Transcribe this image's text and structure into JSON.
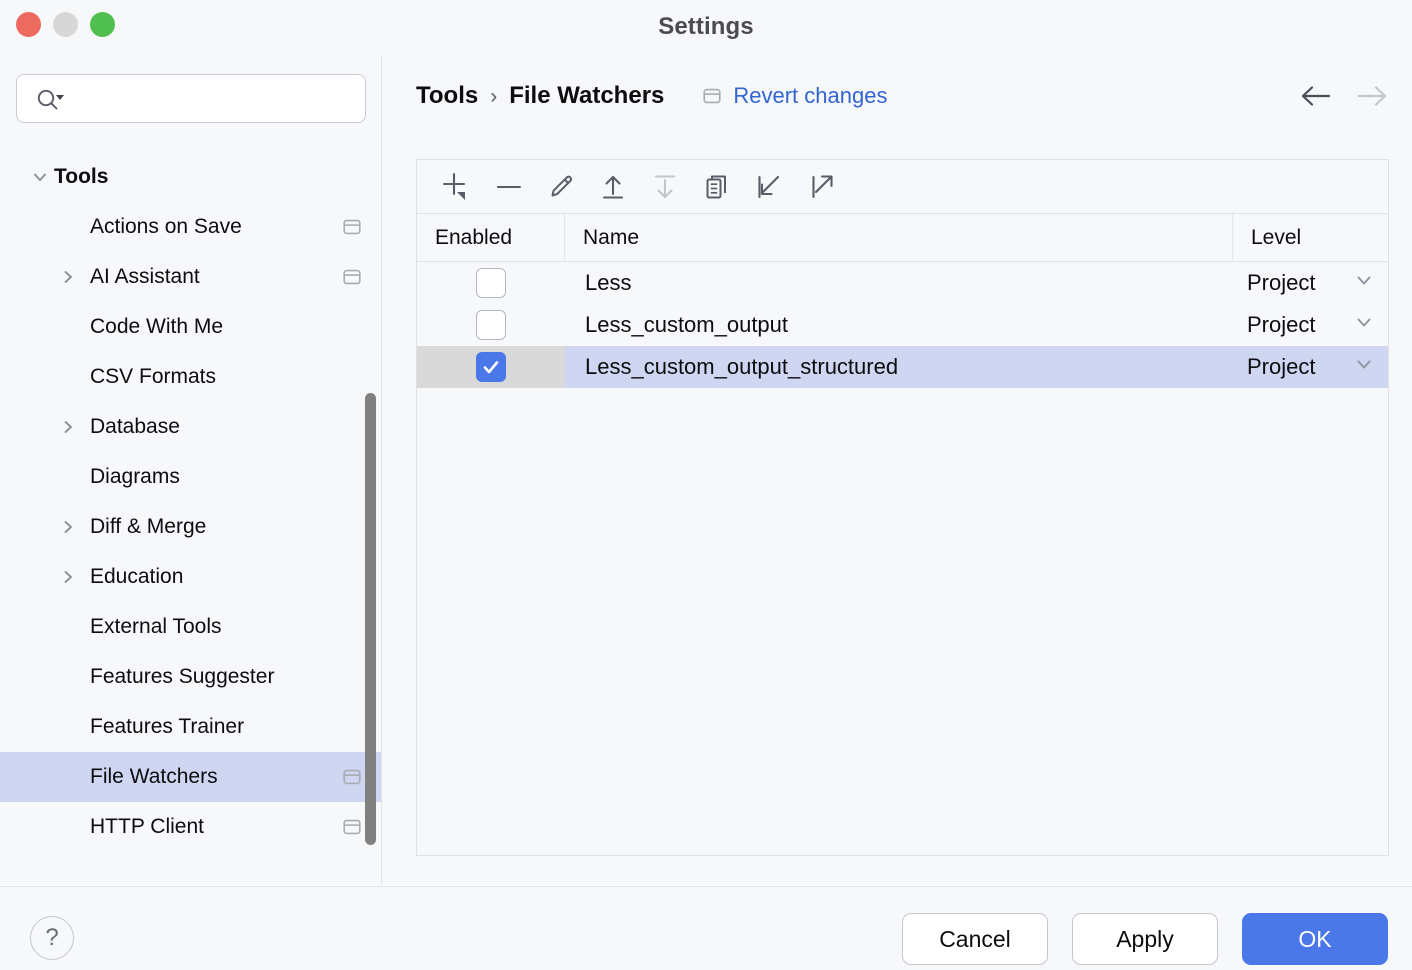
{
  "window": {
    "title": "Settings",
    "traffic_lights": [
      "close",
      "minimize",
      "zoom"
    ],
    "colors": {
      "close": "#ec6a5f",
      "minimize": "#d7d7d7",
      "zoom": "#4fc04f",
      "accent": "#4a78e8",
      "link": "#3264d2",
      "selection": "#ced6f2",
      "background": "#f7f8fa"
    }
  },
  "sidebar": {
    "search": {
      "value": "",
      "placeholder": ""
    },
    "items": [
      {
        "label": "Tools",
        "level": 0,
        "twisty": "chevron-down",
        "badge": false,
        "selected": false
      },
      {
        "label": "Actions on Save",
        "level": 1,
        "twisty": "none",
        "badge": true,
        "selected": false
      },
      {
        "label": "AI Assistant",
        "level": 1,
        "twisty": "chevron-right",
        "badge": true,
        "selected": false
      },
      {
        "label": "Code With Me",
        "level": 1,
        "twisty": "none",
        "badge": false,
        "selected": false
      },
      {
        "label": "CSV Formats",
        "level": 1,
        "twisty": "none",
        "badge": false,
        "selected": false
      },
      {
        "label": "Database",
        "level": 1,
        "twisty": "chevron-right",
        "badge": false,
        "selected": false
      },
      {
        "label": "Diagrams",
        "level": 1,
        "twisty": "none",
        "badge": false,
        "selected": false
      },
      {
        "label": "Diff & Merge",
        "level": 1,
        "twisty": "chevron-right",
        "badge": false,
        "selected": false
      },
      {
        "label": "Education",
        "level": 1,
        "twisty": "chevron-right",
        "badge": false,
        "selected": false
      },
      {
        "label": "External Tools",
        "level": 1,
        "twisty": "none",
        "badge": false,
        "selected": false
      },
      {
        "label": "Features Suggester",
        "level": 1,
        "twisty": "none",
        "badge": false,
        "selected": false
      },
      {
        "label": "Features Trainer",
        "level": 1,
        "twisty": "none",
        "badge": false,
        "selected": false
      },
      {
        "label": "File Watchers",
        "level": 1,
        "twisty": "none",
        "badge": true,
        "selected": true
      },
      {
        "label": "HTTP Client",
        "level": 1,
        "twisty": "none",
        "badge": true,
        "selected": false
      }
    ]
  },
  "main": {
    "breadcrumb": {
      "parent": "Tools",
      "separator": "›",
      "current": "File Watchers"
    },
    "revert": {
      "label": "Revert changes"
    },
    "nav": {
      "back_enabled": true,
      "forward_enabled": false
    },
    "toolbar": [
      {
        "name": "add-watcher",
        "glyph": "plus-dropdown",
        "enabled": true
      },
      {
        "name": "remove-watcher",
        "glyph": "minus",
        "enabled": true
      },
      {
        "name": "edit-watcher",
        "glyph": "pencil",
        "enabled": true
      },
      {
        "name": "move-up",
        "glyph": "arrow-up-bar",
        "enabled": true
      },
      {
        "name": "move-down",
        "glyph": "arrow-down-bar",
        "enabled": false
      },
      {
        "name": "copy-watcher",
        "glyph": "duplicate",
        "enabled": true
      },
      {
        "name": "import-watcher",
        "glyph": "arrow-in",
        "enabled": true
      },
      {
        "name": "export-watcher",
        "glyph": "arrow-out",
        "enabled": true
      }
    ],
    "table": {
      "columns": [
        "Enabled",
        "Name",
        "Level"
      ],
      "rows": [
        {
          "enabled": false,
          "name": "Less",
          "level": "Project",
          "selected": false
        },
        {
          "enabled": false,
          "name": "Less_custom_output",
          "level": "Project",
          "selected": false
        },
        {
          "enabled": true,
          "name": "Less_custom_output_structured",
          "level": "Project",
          "selected": true
        }
      ]
    }
  },
  "footer": {
    "help_label": "?",
    "buttons": [
      {
        "label": "Cancel",
        "primary": false
      },
      {
        "label": "Apply",
        "primary": false
      },
      {
        "label": "OK",
        "primary": true
      }
    ]
  }
}
